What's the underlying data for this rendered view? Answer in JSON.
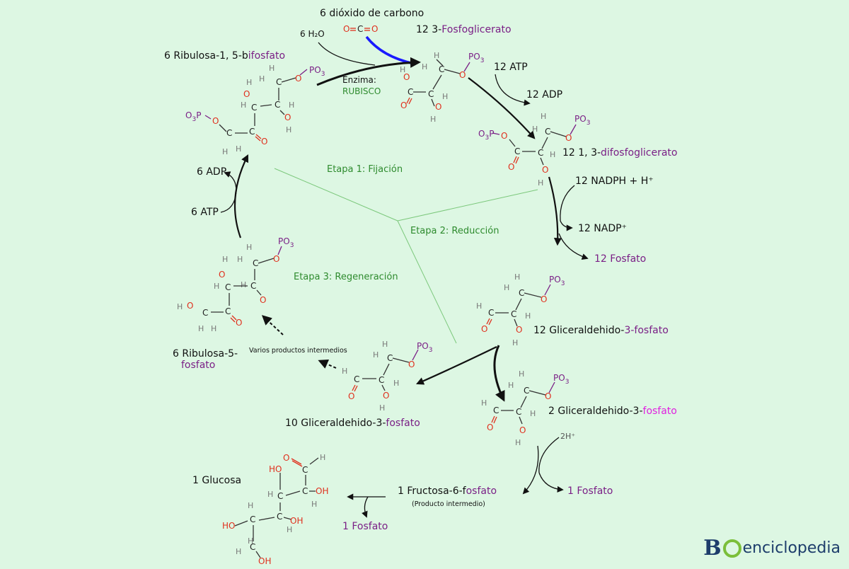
{
  "labels": {
    "co2": "6 dióxido de carbono",
    "h2o": "6 H₂O",
    "enzyme": "Enzima:",
    "rubisco": "RUBISCO",
    "pgA_num": "12  3-",
    "pgA_name": "Fosfoglicerato",
    "atp12": "12 ATP",
    "adp12": "12 ADP",
    "bpg_num": "12  1, 3-",
    "bpg_name": "difosfoglicerato",
    "nadph": "12 NADPH + H⁺",
    "nadp": "12 NADP⁺",
    "fosfato12": "12 Fosfato",
    "g3p12_num": "12  Gliceraldehido-",
    "g3p12_name": "3-fosfato",
    "g3p2_num": "2 Gliceraldehido-3-",
    "g3p2_name": "fosfato",
    "twoH": "2H⁺",
    "fosfato1a": "1 Fosfato",
    "f6p_a": "1 Fructosa-6-f",
    "f6p_b": "osfato",
    "f6p_note": "(Producto intermedio)",
    "fosfato1b": "1 Fosfato",
    "glucose": "1 Glucosa",
    "g3p10_a": "10 Gliceraldehido-3-",
    "g3p10_b": "fosfato",
    "ru5p_a": "6 Ribulosa-5-",
    "ru5p_b": "fosfato",
    "various": "Varios productos intermedios",
    "atp6": "6 ATP",
    "adp6": "6 ADP",
    "rubp_a": "6 Ribulosa-1, 5-b",
    "rubp_b": "ifosfato",
    "stage1": "Etapa 1: Fijación",
    "stage2": "Etapa 2: Reducción",
    "stage3": "Etapa 3: Regeneración"
  },
  "logo": {
    "b": "B",
    "rest": "enciclopedia"
  },
  "colors": {
    "background": "#ddf7e3",
    "phosphate": "#7a1f86",
    "oxygen": "#e0301e",
    "stage": "#2e8b2e",
    "co2_arrow": "#1a1aff"
  }
}
